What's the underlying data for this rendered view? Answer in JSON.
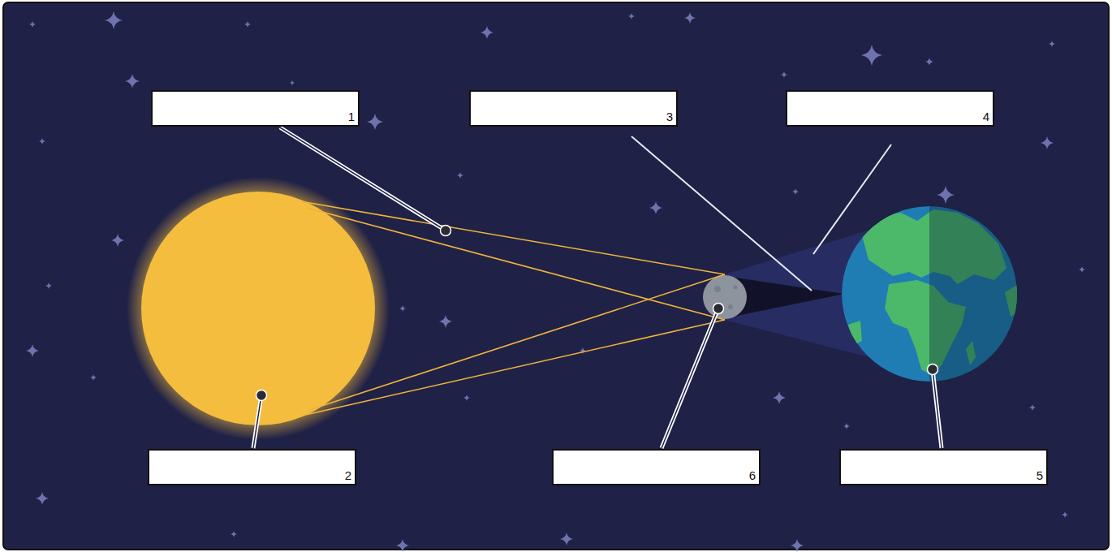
{
  "diagram": {
    "nodes": [
      {
        "text": [
          "1"
        ]
      },
      {
        "text": [
          "3"
        ]
      },
      {
        "text": [
          "4"
        ]
      },
      {
        "text": [
          "2"
        ]
      },
      {
        "text": [
          "6"
        ]
      },
      {
        "text": [
          "5"
        ]
      }
    ]
  }
}
